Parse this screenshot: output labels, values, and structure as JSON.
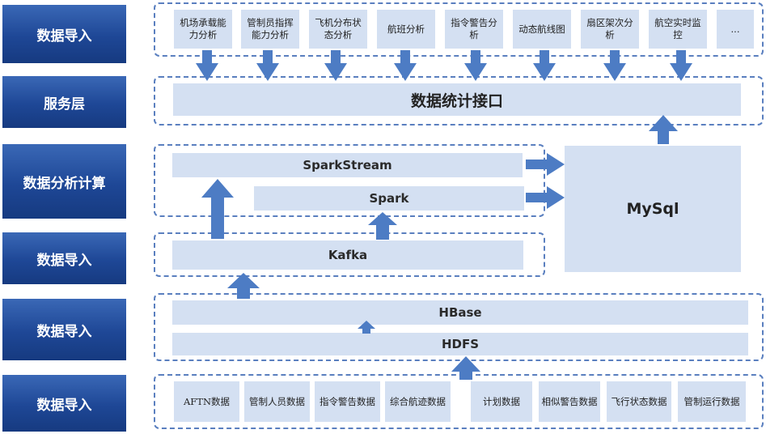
{
  "layers": [
    "数据导入",
    "服务层",
    "数据分析计算",
    "数据导入",
    "数据导入",
    "数据导入"
  ],
  "top_apps": [
    "机场承载能力分析",
    "管制员指挥能力分析",
    "飞机分布状态分析",
    "航班分析",
    "指令警告分析",
    "动态航线图",
    "扇区架次分析",
    "航空实时监控",
    "..."
  ],
  "service": "数据统计接口",
  "spark_stream": "SparkStream",
  "spark": "Spark",
  "mysql": "MySql",
  "kafka": "Kafka",
  "hbase": "HBase",
  "hdfs": "HDFS",
  "sources": [
    "AFTN数据",
    "管制人员数据",
    "指令警告数据",
    "综合航迹数据",
    "计划数据",
    "相似警告数据",
    "飞行状态数据",
    "管制运行数据"
  ],
  "arrow_color": "#4d7cc4"
}
